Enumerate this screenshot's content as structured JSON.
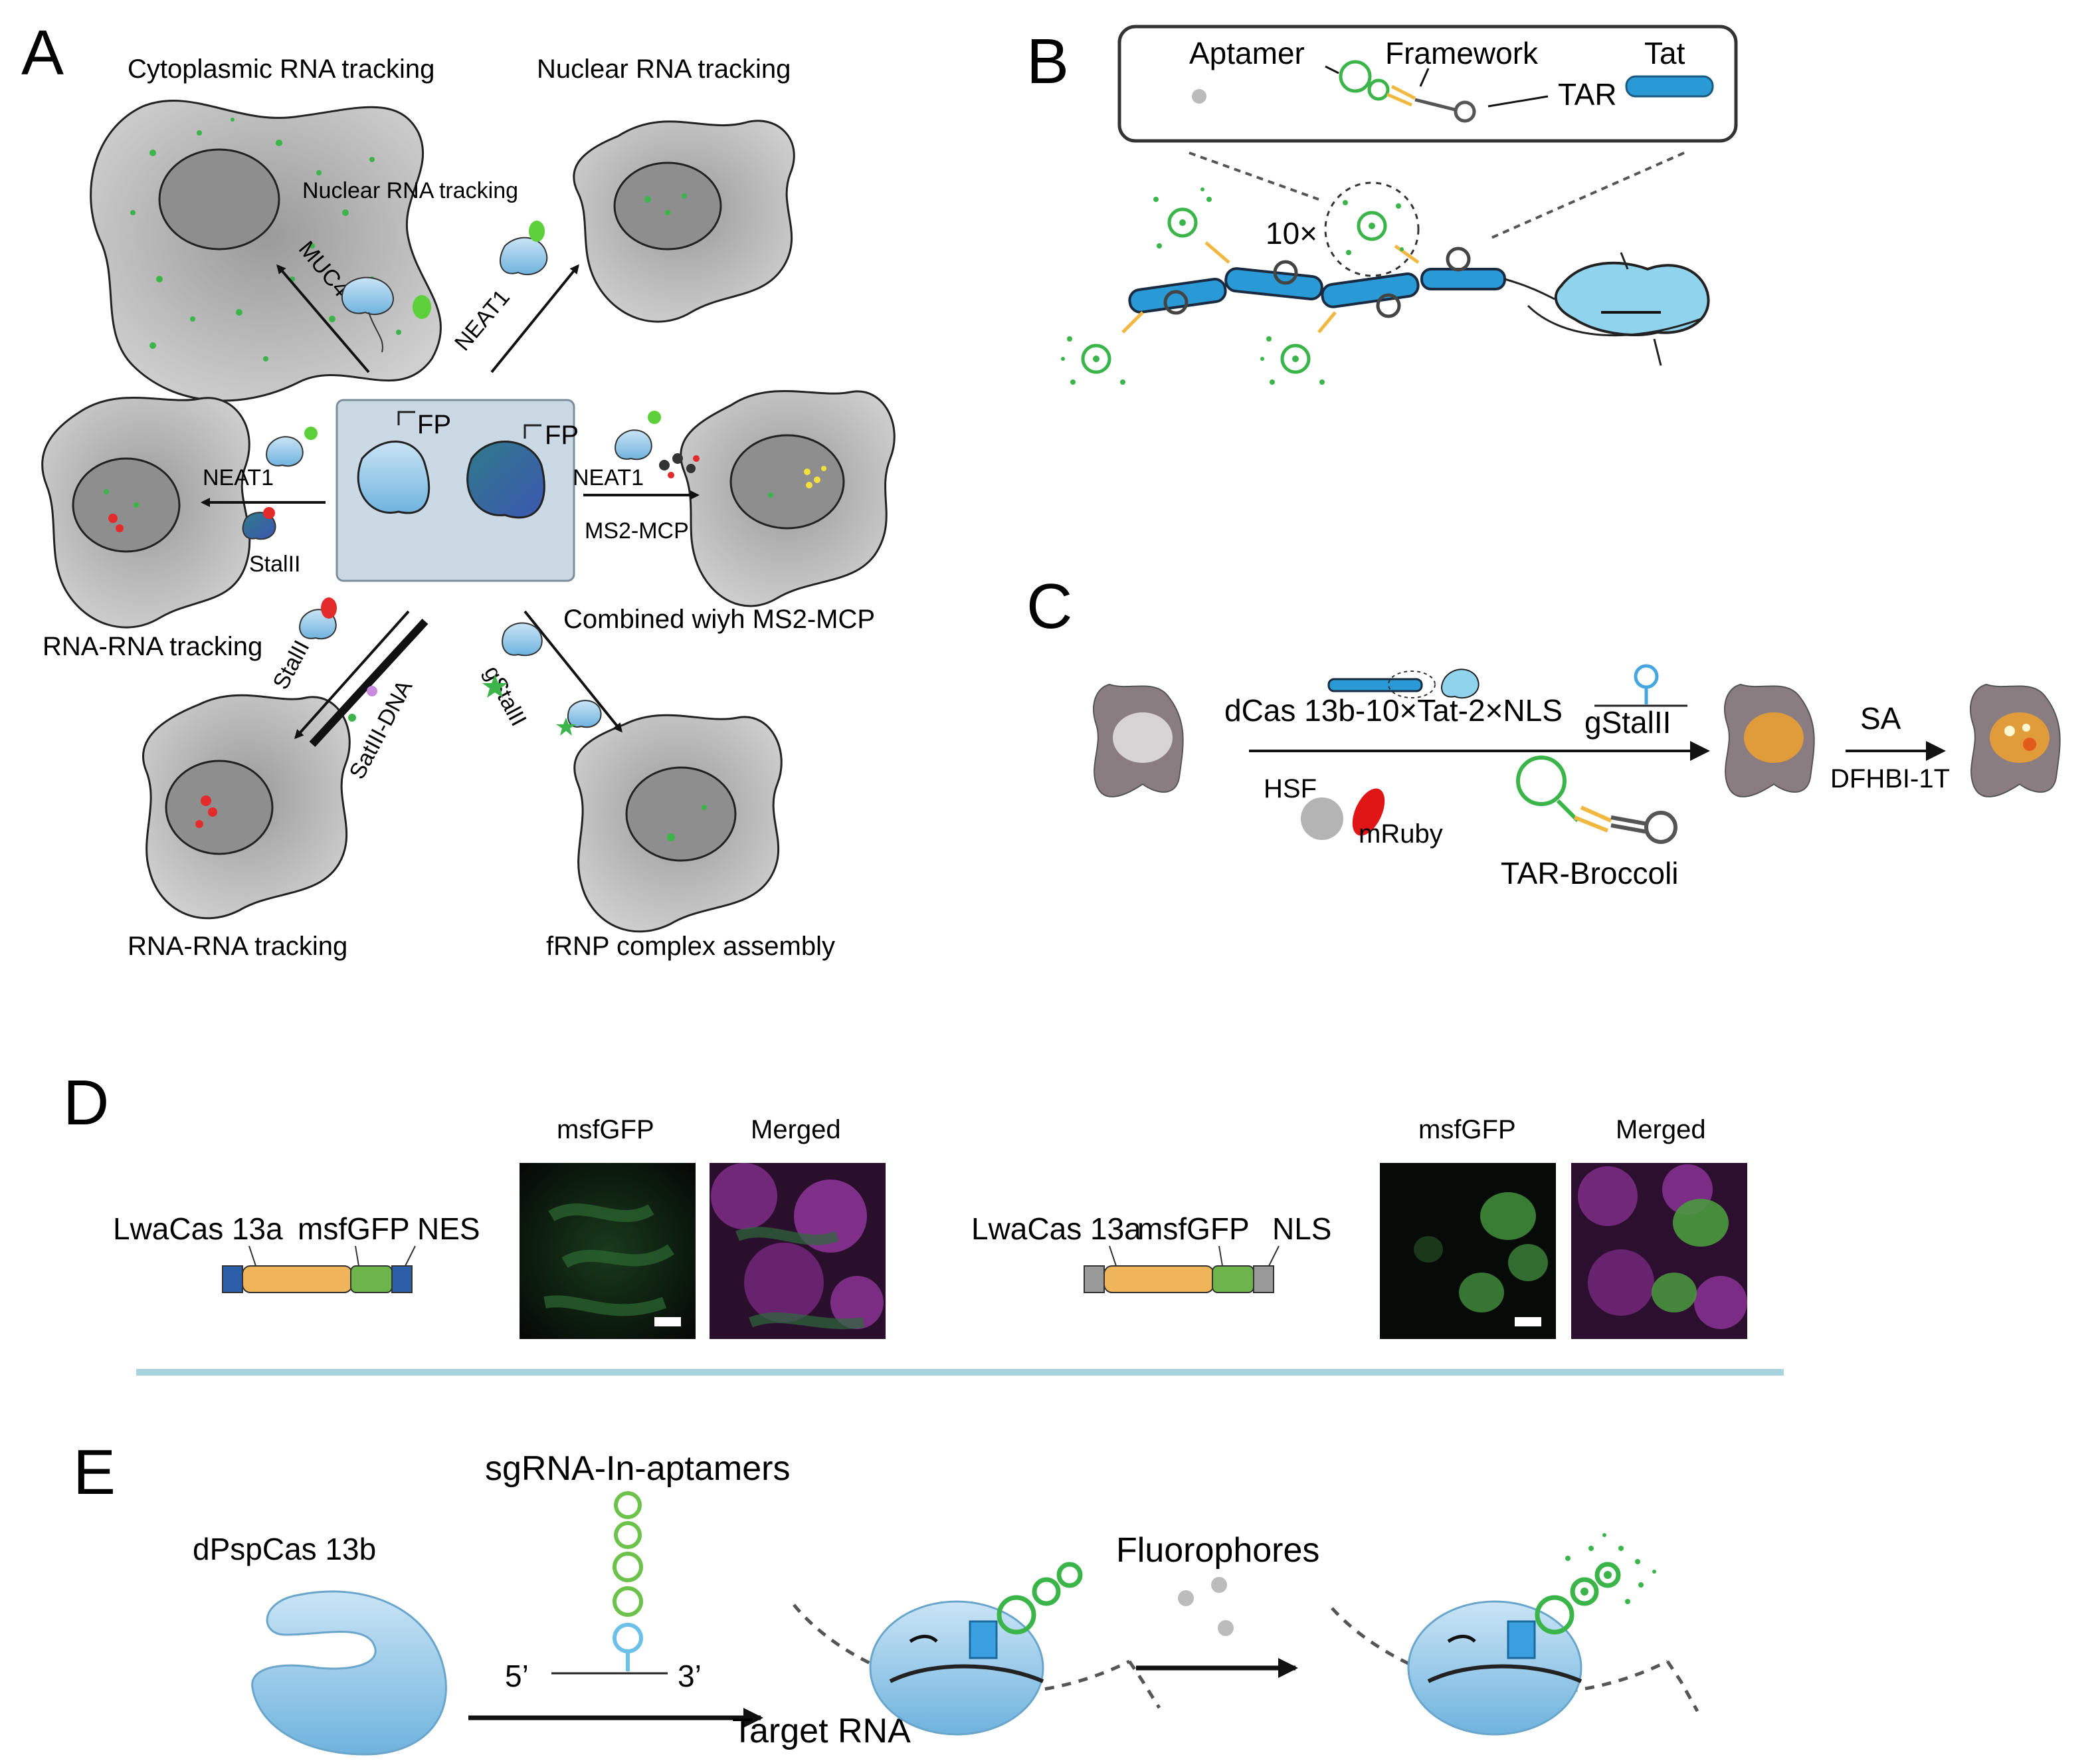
{
  "panels": {
    "A": {
      "label": "A",
      "tl_title": "Cytoplasmic RNA tracking",
      "tr_title": "Nuclear RNA tracking",
      "mid_title": "Nuclear RNA tracking",
      "muc4": "MUC4",
      "neat1_up": "NEAT1",
      "fp1": "FP",
      "fp2": "FP",
      "neat1_left": "NEAT1",
      "stalll_left": "StalII",
      "neat1_right": "NEAT1",
      "ms2_mcp": "MS2-MCP",
      "rna_rna_1": "RNA-RNA tracking",
      "combined": "Combined wiyh MS2-MCP",
      "stalll_diag": "StalII",
      "satiii_dna": "SatIII-DNA",
      "gstalll": "gStalII",
      "rna_rna_2": "RNA-RNA tracking",
      "frnp": "fRNP complex assembly"
    },
    "B": {
      "label": "B",
      "aptamer": "Aptamer",
      "framework": "Framework",
      "tat": "Tat",
      "tar": "TAR",
      "ten_x": "10×"
    },
    "C": {
      "label": "C",
      "dcas": "dCas 13b-10×Tat-2×NLS",
      "gstalll": "gStalII",
      "hsf": "HSF",
      "mruby": "mRuby",
      "tar_broccoli": "TAR-Broccoli",
      "sa": "SA",
      "dfhbi": "DFHBI-1T"
    },
    "D": {
      "label": "D",
      "left_construct": "LwaCas 13a",
      "left_msfgfp": "msfGFP",
      "left_tag": "NES",
      "right_construct": "LwaCas 13a",
      "right_msfgfp": "msfGFP",
      "right_tag": "NLS",
      "img_header_1": "msfGFP",
      "img_header_2": "Merged",
      "img_header_3": "msfGFP",
      "img_header_4": "Merged"
    },
    "E": {
      "label": "E",
      "sgrna": "sgRNA-In-aptamers",
      "dpsp": "dPspCas 13b",
      "five": "5’",
      "three": "3’",
      "target": "Target RNA",
      "fluor": "Fluorophores"
    }
  },
  "colors": {
    "cell_gray": "#b0b0b0",
    "nucleus_gray": "#8f8f8f",
    "protein_blue": "#8ec5e6",
    "cas_blue": "#2a9ad6",
    "dark_protein": "#3f5a9e",
    "green": "#3bb54a",
    "aptamer_green": "#56c25a",
    "yellow": "#f0b840",
    "red": "#e32b2b",
    "orange": "#f5b14c",
    "panel_box": "#cbd9e4",
    "divider": "#a8d4e0"
  }
}
